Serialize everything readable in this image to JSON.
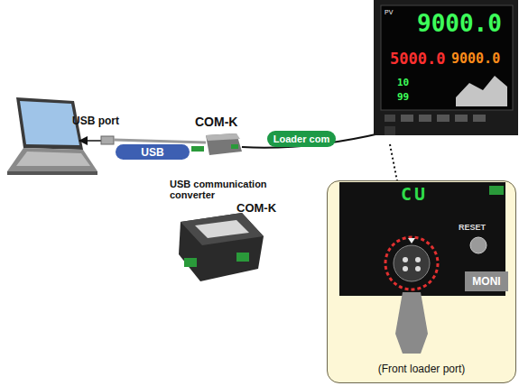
{
  "diagram": {
    "nodes": [
      {
        "text": [
          "USB"
        ]
      },
      {
        "text": [
          "Loader com"
        ]
      },
      {
        "text": [
          "(Front loader port)"
        ]
      },
      {
        "text": [
          "MONI"
        ],
        "in": 2
      }
    ],
    "labels": [
      "USB port",
      "COM-K",
      "USB communication converter",
      "COM-K",
      "PV",
      "9000.0",
      "5000.0",
      "9000.0",
      "10",
      "99",
      "RESET",
      "CU"
    ]
  }
}
